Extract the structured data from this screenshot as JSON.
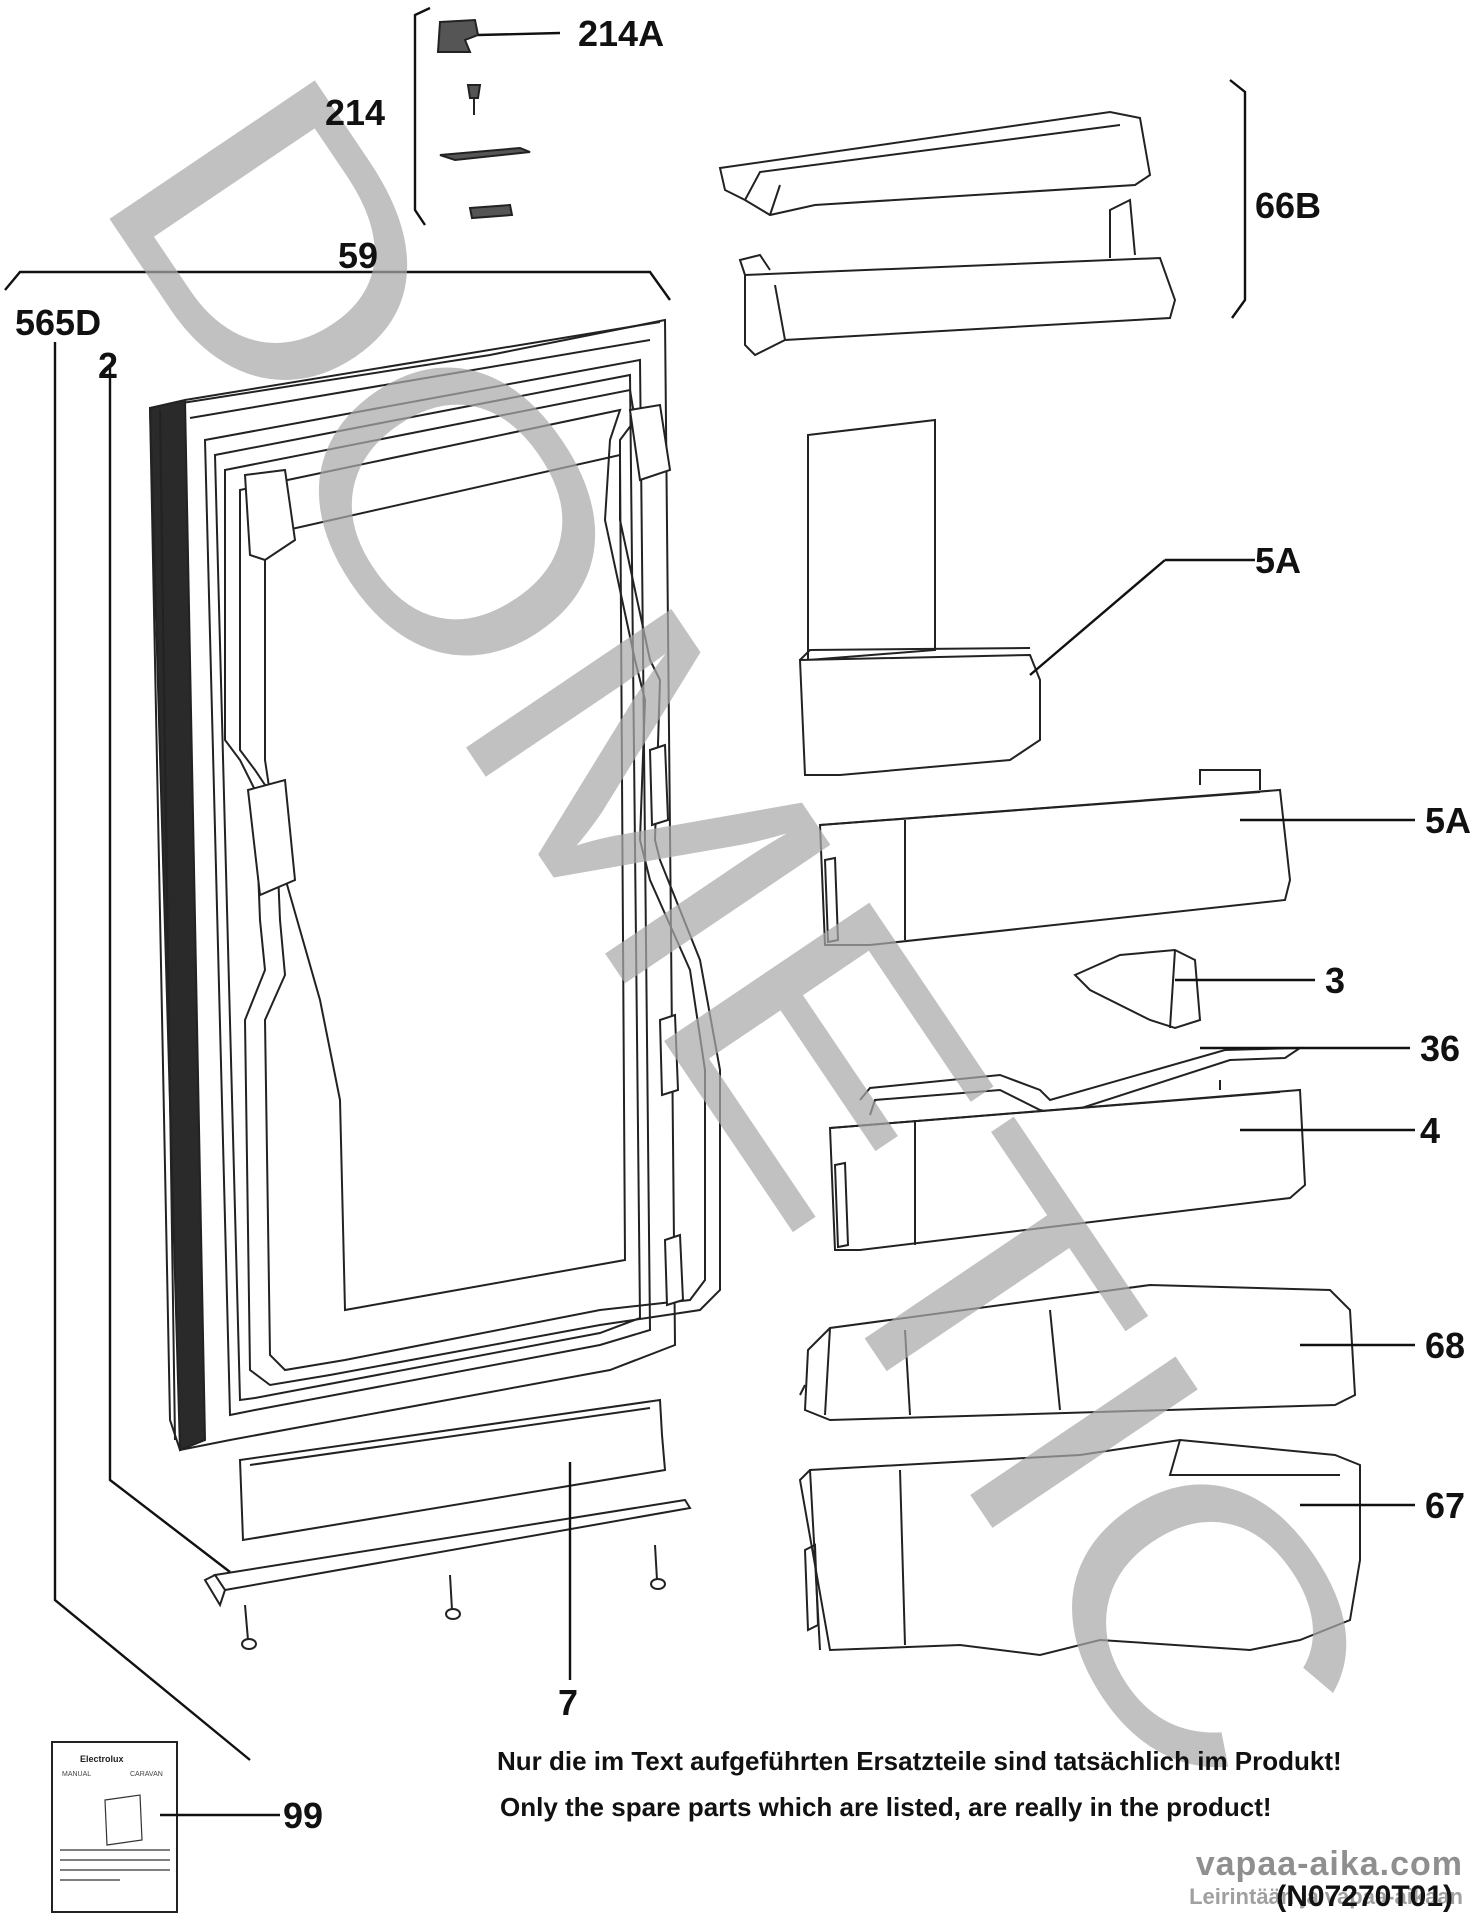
{
  "labels": {
    "p214A": "214A",
    "p214": "214",
    "p59": "59",
    "p565D": "565D",
    "p2": "2",
    "p66B": "66B",
    "p5A_upper": "5A",
    "p5A_lower": "5A",
    "p3": "3",
    "p36": "36",
    "p4": "4",
    "p68": "68",
    "p67": "67",
    "p7": "7",
    "p99": "99"
  },
  "notes": {
    "german": "Nur die im Text aufgeführten Ersatzteile sind tatsächlich im Produkt!",
    "english": "Only the spare parts which are listed, are really in the product!"
  },
  "drawing_code": "(N07270T01)",
  "watermark": {
    "brand": "DOMETIC",
    "site": "vapaa-aika.com",
    "tagline": "Leirintään ja vapaa-aikaan"
  },
  "manual_thumb": {
    "brand": "Electrolux",
    "left_caption": "MANUAL",
    "right_caption": "CARAVAN"
  }
}
